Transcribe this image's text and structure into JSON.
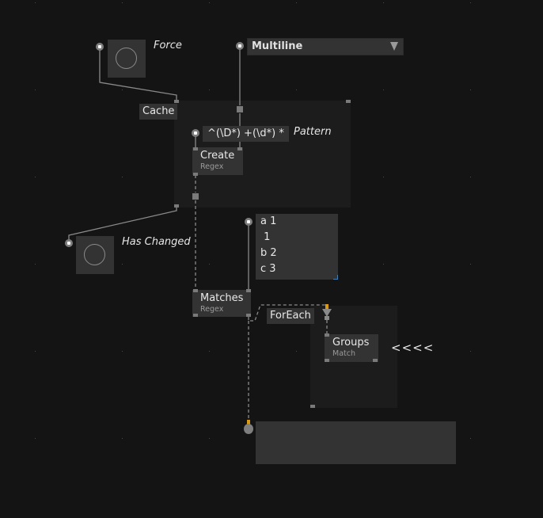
{
  "canvas": {
    "background": "#141414",
    "region_color": "#1c1c1c",
    "node_color": "#333333",
    "wire_color": "#8a8a8a",
    "accent_color": "#d89a14",
    "resize_handle_color": "#3e7fb8"
  },
  "force_toggle": {
    "label": "Force",
    "icon": "circle-toggle-icon"
  },
  "mode_dropdown": {
    "value": "Multiline",
    "icon": "triangle-down-icon"
  },
  "cache_region": {
    "label": "Cache"
  },
  "pattern_input": {
    "value": "^(\\D*) +(\\d*) *",
    "label": "Pattern"
  },
  "create_node": {
    "title": "Create",
    "category": "Regex"
  },
  "has_changed_toggle": {
    "label": "Has Changed",
    "icon": "circle-toggle-icon"
  },
  "input_text": {
    "lines": [
      "a 1",
      " 1",
      "b 2",
      "c 3"
    ]
  },
  "matches_node": {
    "title": "Matches",
    "category": "Regex"
  },
  "foreach_region": {
    "label": "ForEach"
  },
  "groups_node": {
    "title": "Groups",
    "category": "Match"
  },
  "comment": {
    "text": "<<<<"
  },
  "output_box": {
    "value": ""
  }
}
